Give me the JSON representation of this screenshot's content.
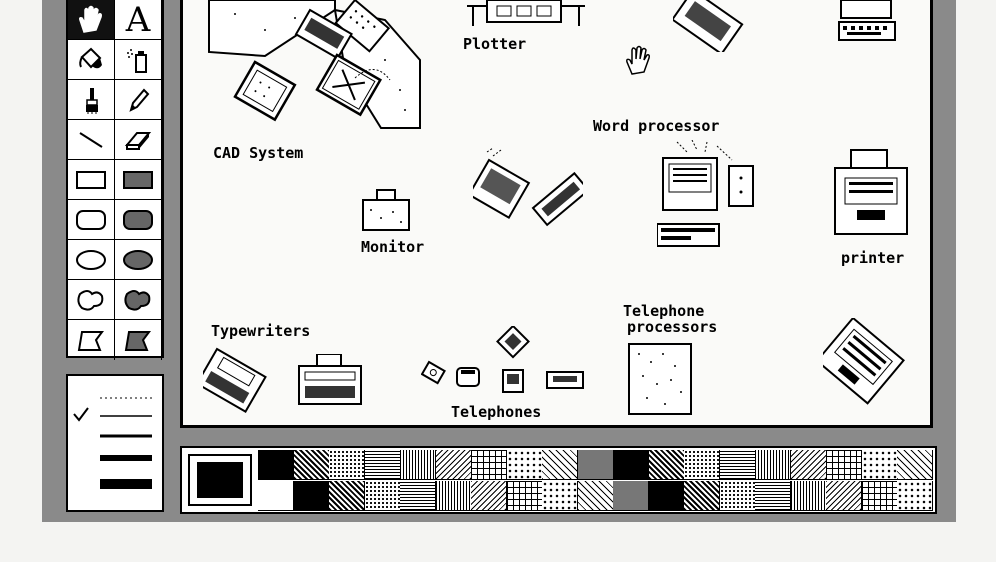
{
  "toolbox": {
    "text_tool_glyph": "A",
    "tools": [
      {
        "name": "hand-icon",
        "selected": true
      },
      {
        "name": "text-tool-icon",
        "selected": false
      },
      {
        "name": "paint-bucket-icon",
        "selected": false
      },
      {
        "name": "spray-can-icon",
        "selected": false
      },
      {
        "name": "brush-icon",
        "selected": false
      },
      {
        "name": "pencil-icon",
        "selected": false
      },
      {
        "name": "line-tool-icon",
        "selected": false
      },
      {
        "name": "eraser-icon",
        "selected": false
      },
      {
        "name": "rectangle-icon",
        "selected": false
      },
      {
        "name": "filled-rectangle-icon",
        "selected": false
      },
      {
        "name": "rounded-rectangle-icon",
        "selected": false
      },
      {
        "name": "filled-rounded-rectangle-icon",
        "selected": false
      },
      {
        "name": "oval-icon",
        "selected": false
      },
      {
        "name": "filled-oval-icon",
        "selected": false
      },
      {
        "name": "freeform-icon",
        "selected": false
      },
      {
        "name": "filled-freeform-icon",
        "selected": false
      },
      {
        "name": "polygon-icon",
        "selected": false
      },
      {
        "name": "filled-polygon-icon",
        "selected": false
      }
    ]
  },
  "line_widths": {
    "options": [
      "dotted",
      "1px",
      "2px",
      "4px",
      "8px"
    ],
    "selected": "1px"
  },
  "canvas": {
    "labels": {
      "plotter": "Plotter",
      "cad_system": "CAD System",
      "word_processor": "Word processor",
      "monitor": "Monitor",
      "printer": "printer",
      "typewriters": "Typewriters",
      "telephone_processors_1": "Telephone",
      "telephone_processors_2": "processors",
      "telephones": "Telephones"
    }
  },
  "patterns": {
    "count": 38,
    "current": "black"
  },
  "colors": {
    "frame": "#8a8a8a",
    "ink": "#000000",
    "paper": "#fafaf8"
  }
}
